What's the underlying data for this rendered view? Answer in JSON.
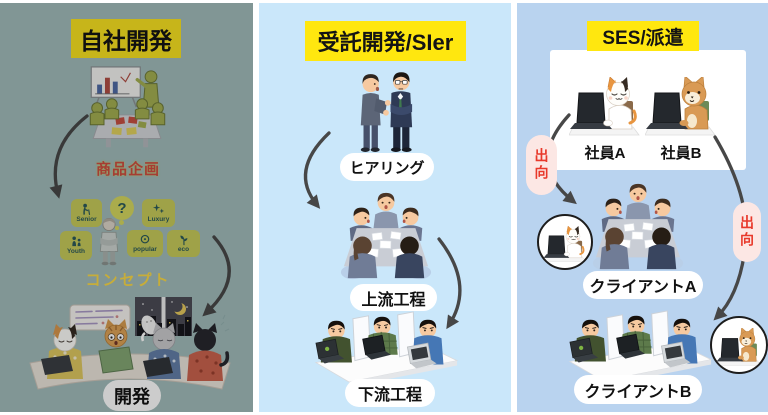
{
  "left_panel": {
    "title": "自社開発",
    "plan_label": "商品企画",
    "concept_label": "コンセプト",
    "dev_label": "開発",
    "question": "?",
    "badges": {
      "senior": "Senior",
      "luxury": "Luxury",
      "youth": "Youth",
      "popular": "popular",
      "eco": "eco"
    }
  },
  "middle_panel": {
    "title": "受託開発/SIer",
    "hearing_label": "ヒアリング",
    "upstream_label": "上流工程",
    "downstream_label": "下流工程"
  },
  "right_panel": {
    "title": "SES/派遣",
    "employee_a": "社員A",
    "employee_b": "社員B",
    "secondment": "出向",
    "client_a": "クライアントA",
    "client_b": "クライアントB"
  },
  "colors": {
    "left_panel_bg": "#7d9493",
    "middle_panel_bg": "#cae7fa",
    "right_panel_bg": "#b9d3ef",
    "title_highlight": "#ffe70f",
    "secondment_pink": "#fce7e4",
    "secondment_red": "#e8392b",
    "arrow": "#474747"
  }
}
